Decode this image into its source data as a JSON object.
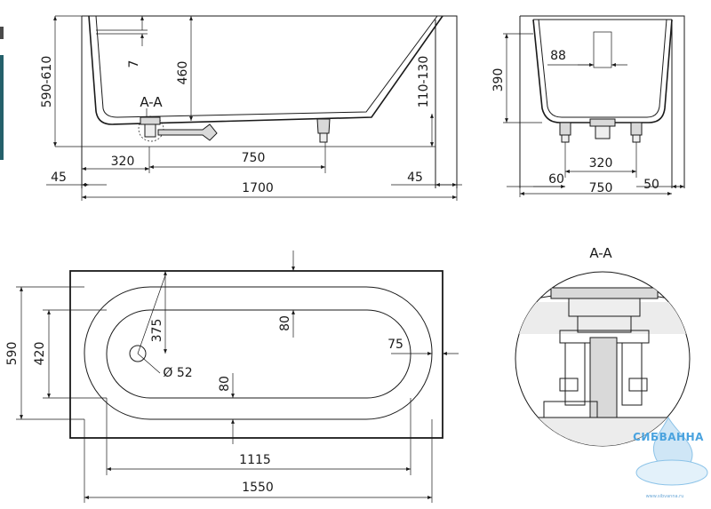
{
  "dims": {
    "side_height": "590-610",
    "side_depth": "460",
    "side_lip": "7",
    "side_drain_height": "110-130",
    "side_left_offset": "320",
    "side_span": "750",
    "side_left_margin": "45",
    "side_right_margin": "45",
    "side_length": "1700",
    "end_height": "390",
    "end_pipe_width": "88",
    "end_feet_span": "320",
    "end_left_margin": "60",
    "end_width": "750",
    "end_right_margin": "50",
    "plan_width": "590",
    "plan_inner_width": "420",
    "plan_drain_offset": "375",
    "plan_wall_top": "80",
    "plan_wall_bottom": "80",
    "plan_wall_right": "75",
    "plan_drain_diameter": "Ø 52",
    "plan_inner_length": "1115",
    "plan_outer_length": "1550"
  },
  "labels": {
    "section_marker": "A-A",
    "section_detail_title": "A-A"
  },
  "watermark": {
    "brand": "СИБВАННА",
    "url": "www.sibvanna.ru"
  },
  "colors": {
    "line": "#1a1a1a",
    "watermark": "#4aa3df"
  }
}
